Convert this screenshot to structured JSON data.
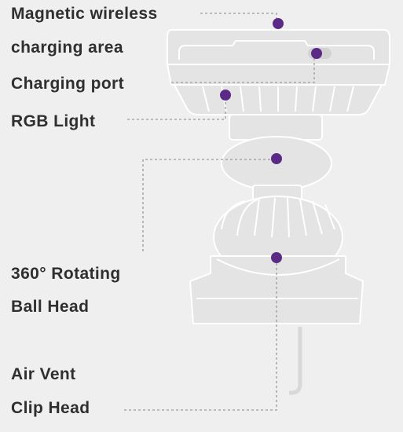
{
  "labels": {
    "magnetic_wireless": "Magnetic wireless",
    "charging_area": "charging area",
    "charging_port": "Charging port",
    "rgb_light": "RGB Light",
    "rotating": "360° Rotating",
    "ball_head": "Ball Head",
    "air_vent": "Air Vent",
    "clip_head": "Clip Head"
  },
  "colors": {
    "background": "#efefef",
    "device_fill": "#e4e4e4",
    "device_stroke": "#ffffff",
    "marker": "#5b2a86",
    "leader_line": "#9a9a9a",
    "text": "#2f2f2f"
  }
}
